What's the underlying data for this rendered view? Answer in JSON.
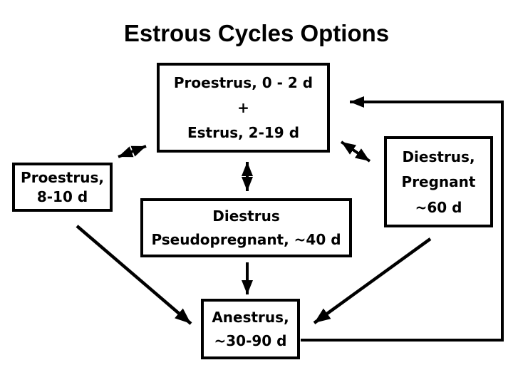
{
  "title": "Estrous Cycles Options",
  "boxes": {
    "cycle": {
      "line1": "Proestrus, 0 - 2 d",
      "line2": "+",
      "line3": "Estrus, 2-19 d"
    },
    "proestrus": {
      "line1": "Proestrus,",
      "line2": "8-10 d"
    },
    "pregnant": {
      "line1": "Diestrus,",
      "line2": "Pregnant",
      "line3": "~60 d"
    },
    "pseudopregnant": {
      "line1": "Diestrus",
      "line2": "Pseudopregnant, ~40 d"
    },
    "anestrus": {
      "line1": "Anestrus,",
      "line2": "~30-90 d"
    }
  },
  "colors": {
    "line": "#000000",
    "background": "#ffffff"
  }
}
